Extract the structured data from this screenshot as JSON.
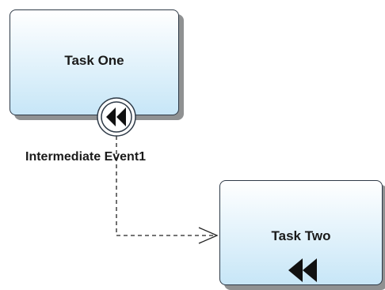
{
  "diagram": {
    "task_one": {
      "label": "Task One"
    },
    "task_two": {
      "label": "Task Two",
      "marker_icon": "rewind-icon"
    },
    "intermediate_event": {
      "label": "Intermediate Event1",
      "icon": "rewind-icon"
    },
    "connector": {
      "style": "dashed",
      "arrow": "open"
    }
  }
}
